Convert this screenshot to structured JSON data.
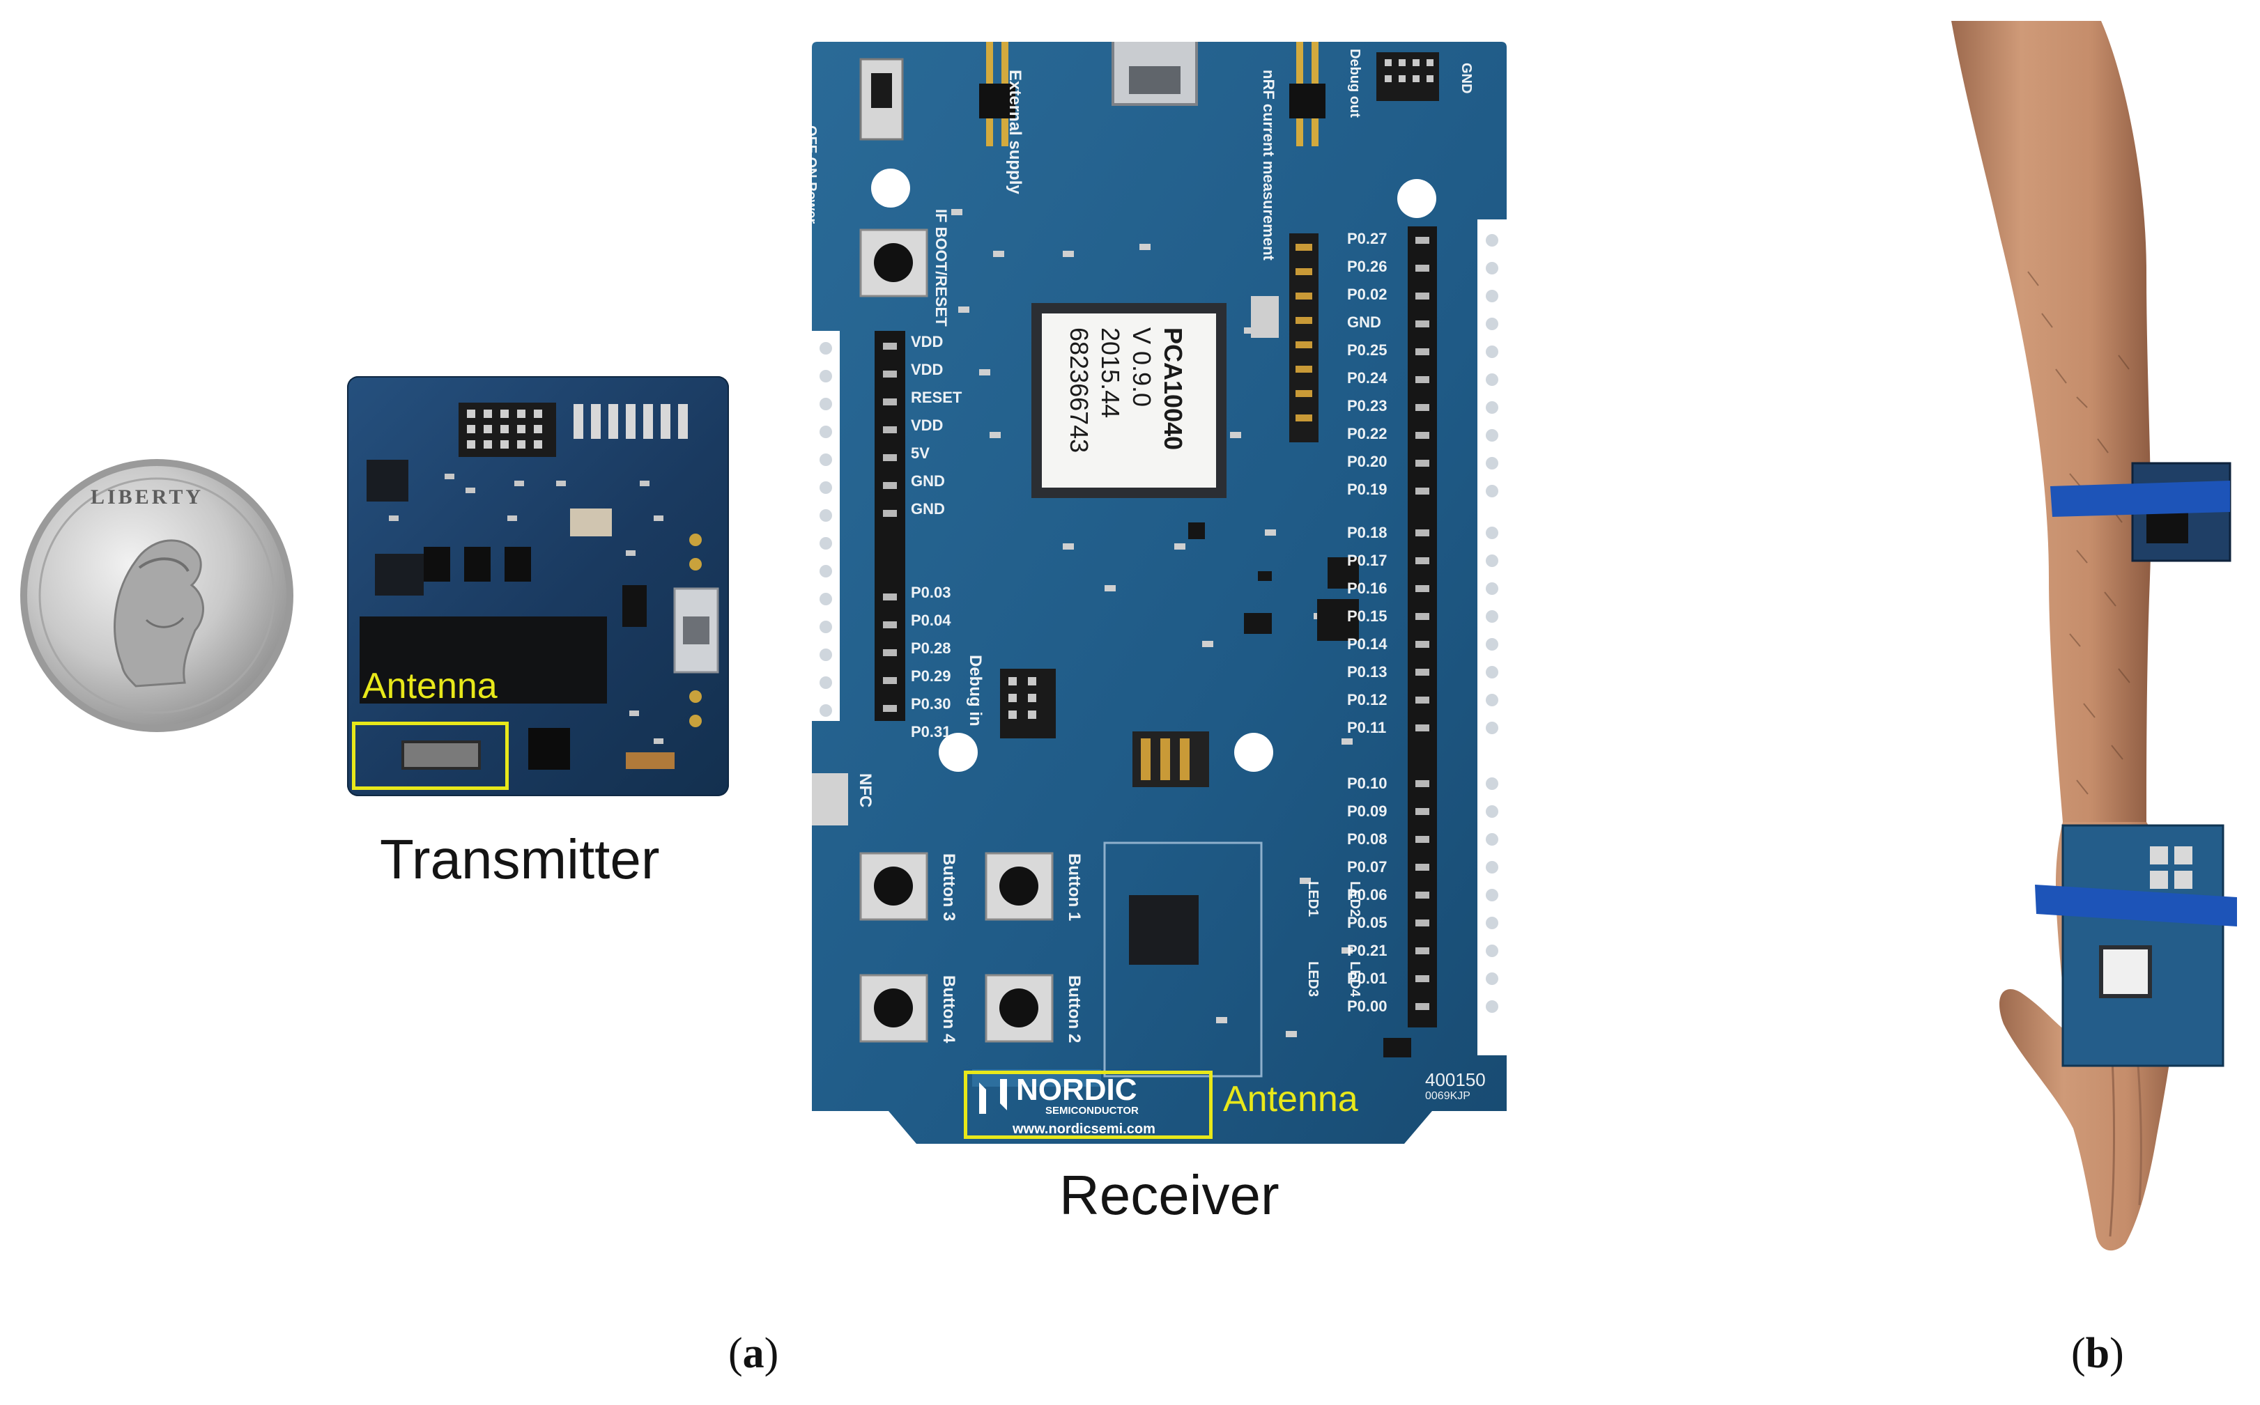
{
  "figure": {
    "panel_a": {
      "label_prefix": "(",
      "label_letter": "a",
      "label_suffix": ")",
      "coin": {
        "inscription_top": "LIBERTY"
      },
      "transmitter": {
        "caption": "Transmitter",
        "antenna_label": "Antenna"
      },
      "receiver": {
        "caption": "Receiver",
        "antenna_label": "Antenna",
        "chip_lines": [
          "PCA10040",
          "V 0.9.0",
          "2015.44",
          "682366743"
        ],
        "brand_line_1": "NORDIC",
        "brand_line_2": "SEMICONDUCTOR",
        "website": "www.nordicsemi.com",
        "board_number": "400150",
        "board_code": "0069KJP",
        "silk": {
          "power_switch": "OFF ON Power",
          "external_supply": "External supply",
          "current_measurement": "nRF current measurement",
          "debug_out": "Debug out",
          "gnd": "GND",
          "if_boot_reset": "IF BOOT/RESET",
          "debug_in": "Debug in",
          "nfc": "NFC",
          "button_1": "Button 1",
          "button_2": "Button 2",
          "button_3": "Button 3",
          "button_4": "Button 4",
          "led_1": "LED1",
          "led_2": "LED2",
          "led_3": "LED3",
          "led_4": "LED4",
          "left_header_pins": [
            "VDD",
            "VDD",
            "RESET",
            "VDD",
            "5V",
            "GND",
            "GND"
          ],
          "left_lower_pins": [
            "P0.03",
            "P0.04",
            "P0.28",
            "P0.29",
            "P0.30",
            "P0.31"
          ],
          "right_header_top": [
            "P0.27",
            "P0.26",
            "P0.02",
            "GND",
            "P0.25",
            "P0.24",
            "P0.23",
            "P0.22",
            "P0.20",
            "P0.19"
          ],
          "right_header_mid": [
            "P0.18",
            "P0.17",
            "P0.16",
            "P0.15",
            "P0.14",
            "P0.13",
            "P0.12",
            "P0.11"
          ],
          "right_header_bottom": [
            "P0.10",
            "P0.09",
            "P0.08",
            "P0.07",
            "P0.06",
            "P0.05",
            "P0.21",
            "P0.01",
            "P0.00"
          ]
        }
      }
    },
    "panel_b": {
      "label_prefix": "(",
      "label_letter": "b",
      "label_suffix": ")"
    },
    "colors": {
      "annotation_yellow": "#e8e81a",
      "receiver_pcb": "#1f5a86",
      "transmitter_pcb": "#1c3e66",
      "skin": "#c8906e",
      "strap": "#1d54b8"
    }
  }
}
